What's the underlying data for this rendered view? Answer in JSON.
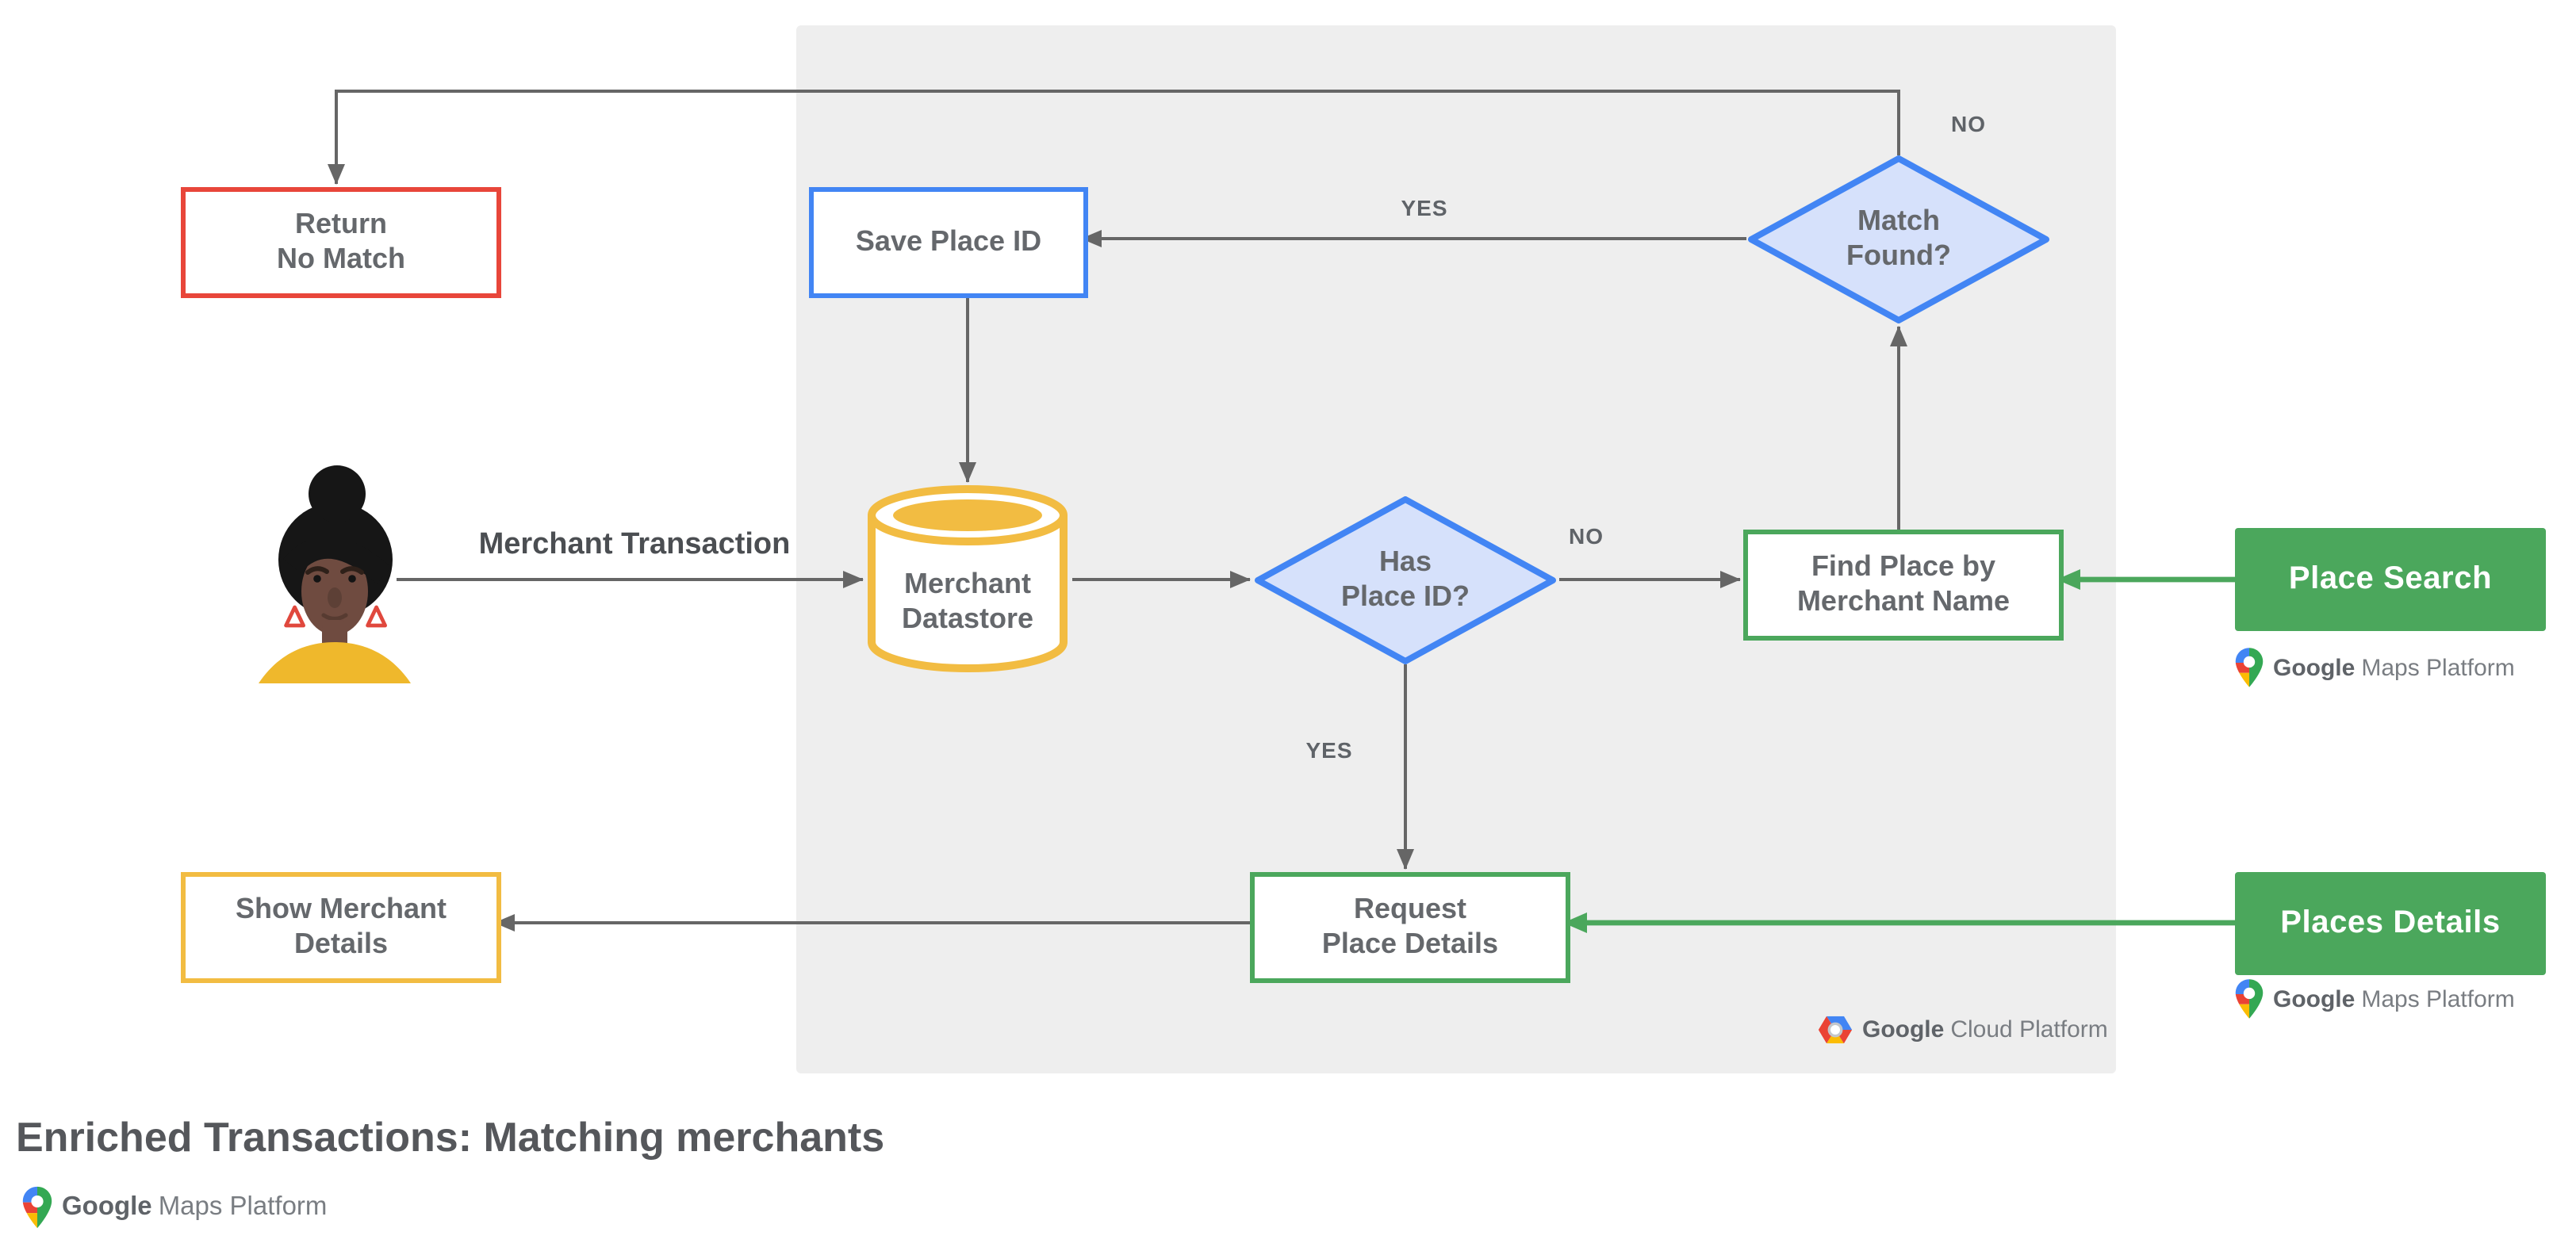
{
  "diagram": {
    "title": "Enriched Transactions: Matching merchants"
  },
  "nodes": {
    "return_no_match": {
      "label": "Return\nNo Match"
    },
    "save_place_id": {
      "label": "Save Place ID"
    },
    "merchant_datastore": {
      "label": "Merchant\nDatastore"
    },
    "has_place_id": {
      "label": "Has\nPlace ID?"
    },
    "match_found": {
      "label": "Match\nFound?"
    },
    "find_place": {
      "label": "Find Place by\nMerchant Name"
    },
    "request_place_details": {
      "label": "Request\nPlace Details"
    },
    "show_merchant_details": {
      "label": "Show Merchant\nDetails"
    },
    "place_search": {
      "label": "Place Search"
    },
    "places_details": {
      "label": "Places Details"
    }
  },
  "edge_labels": {
    "merchant_transaction": "Merchant Transaction",
    "no_top": "NO",
    "yes_top": "YES",
    "no_mid": "NO",
    "yes_mid": "YES"
  },
  "logos": {
    "maps": {
      "brand": "Google",
      "product": "Maps Platform"
    },
    "cloud": {
      "brand": "Google",
      "product": "Cloud Platform"
    }
  },
  "colors": {
    "blue": "#4285F4",
    "blue_fill": "#D6E1FB",
    "red": "#E8463A",
    "green": "#4BA75C",
    "yellow": "#F2BC42",
    "panel_gray": "#EEEEEE",
    "line_gray": "#666666",
    "node_text": "#65686C",
    "small_label": "#5F6368"
  }
}
